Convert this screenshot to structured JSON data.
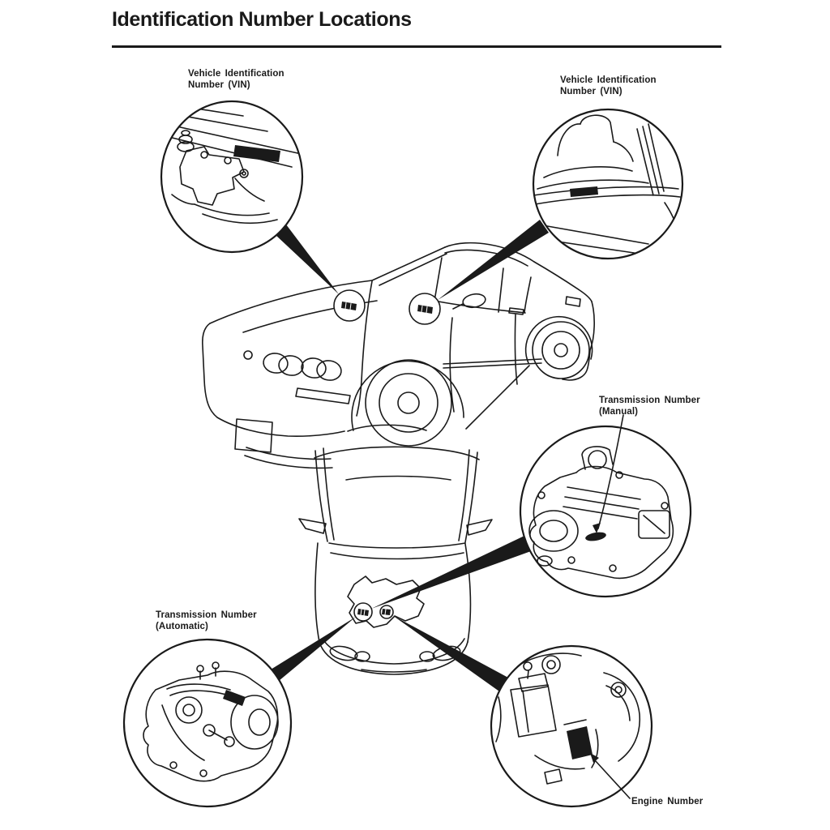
{
  "page": {
    "title": "Identification Number Locations"
  },
  "colors": {
    "ink": "#1a1a1a",
    "paper": "#ffffff"
  },
  "callouts": {
    "vin_dash": {
      "label": [
        "Vehicle Identification",
        "Number (VIN)"
      ],
      "marker": "vin-plate-on-dashboard"
    },
    "vin_doorjamb": {
      "label": [
        "Vehicle Identification",
        "Number (VIN)"
      ],
      "marker": "vin-sticker-on-door-sill"
    },
    "transmission_manual": {
      "label": [
        "Transmission Number",
        "(Manual)"
      ],
      "marker": "stamped-pad-on-manual-transmission"
    },
    "transmission_automatic": {
      "label": [
        "Transmission Number",
        "(Automatic)"
      ],
      "marker": "stamped-pad-on-automatic-transmission"
    },
    "engine": {
      "label": [
        "Engine Number"
      ],
      "marker": "stamped-pad-on-engine-block"
    }
  }
}
